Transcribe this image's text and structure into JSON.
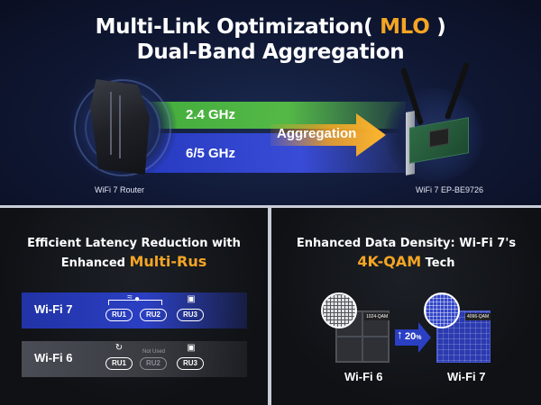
{
  "header": {
    "title_line1_prefix": "Multi-Link Optimization( ",
    "title_line1_accent": "MLO",
    "title_line1_suffix": " )",
    "title_line2": "Dual-Band Aggregation"
  },
  "bands": {
    "band_24": "2.4 GHz",
    "band_65": "6/5 GHz",
    "aggregation": "Aggregation"
  },
  "devices": {
    "router": "WiFi 7 Router",
    "card": "WiFi 7 EP-BE9726"
  },
  "latency": {
    "title_line1": "Efficient Latency Reduction with",
    "title_line2_prefix": "Enhanced ",
    "title_line2_accent": "Multi-Rus",
    "wifi7_label": "Wi-Fi 7",
    "wifi6_label": "Wi-Fi 6",
    "ru1": "RU1",
    "ru2": "RU2",
    "ru3": "RU3",
    "not_used": "Not Used"
  },
  "density": {
    "title_line1": "Enhanced Data Density: Wi-Fi 7's",
    "title_line2_accent": "4K-QAM",
    "title_line2_suffix": " Tech",
    "qam_1024": "1024-QAM",
    "qam_4096": "4096-QAM",
    "increase": "20",
    "increase_unit": "%",
    "wifi6_label": "Wi-Fi 6",
    "wifi7_label": "Wi-Fi 7"
  },
  "colors": {
    "accent": "#f5a524",
    "green_band": "#4cb43c",
    "blue_band": "#2b3fc3"
  }
}
